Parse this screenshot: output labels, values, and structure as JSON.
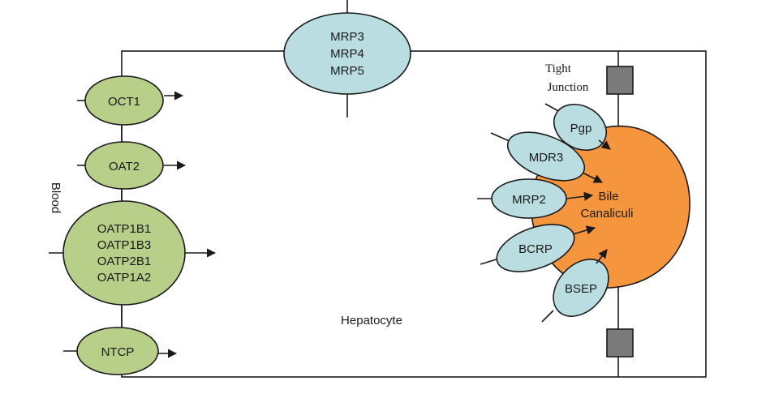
{
  "labels": {
    "blood": "Blood",
    "hepatocyte": "Hepatocyte",
    "tight_junction_1": "Tight",
    "tight_junction_2": "Junction",
    "bile_1": "Bile",
    "bile_2": "Canaliculi"
  },
  "uptake_transporters": {
    "oct1": "OCT1",
    "oat2": "OAT2",
    "oatp": [
      "OATP1B1",
      "OATP1B3",
      "OATP2B1",
      "OATP1A2"
    ],
    "ntcp": "NTCP"
  },
  "basolateral_efflux": [
    "MRP3",
    "MRP4",
    "MRP5"
  ],
  "canalicular_transporters": {
    "pgp": "Pgp",
    "mdr3": "MDR3",
    "mrp2": "MRP2",
    "bcrp": "BCRP",
    "bsep": "BSEP"
  },
  "colors": {
    "uptake": "#b8cf8a",
    "efflux": "#b9dde0",
    "bile_canaliculi": "#f5963f",
    "junction": "#7a7a7a"
  }
}
